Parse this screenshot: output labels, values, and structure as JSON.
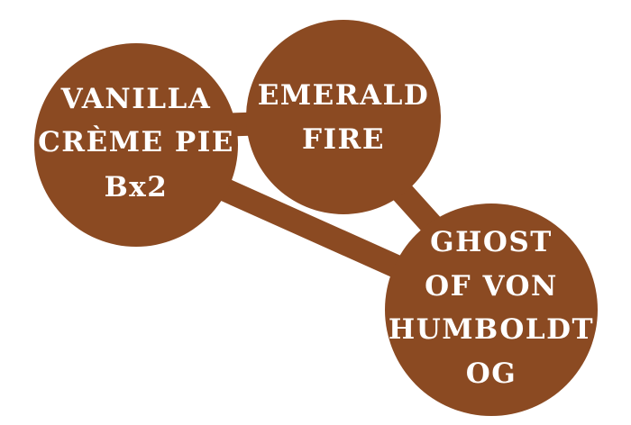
{
  "colors": {
    "node_fill": "#8B4A22",
    "edge_stroke": "#8B4A22",
    "label_color": "#FFFFFF",
    "background": "#FFFFFF"
  },
  "nodes": [
    {
      "id": "vanilla-creme-pie",
      "lines": [
        "VANILLA",
        "CRÈME PIE",
        "Bx2"
      ]
    },
    {
      "id": "emerald-fire",
      "lines": [
        "EMERALD",
        "FIRE"
      ]
    },
    {
      "id": "ghost-of-von-humboldt-og",
      "lines": [
        "GHOST",
        "OF VON",
        "HUMBOLDT",
        "OG"
      ]
    }
  ],
  "edges": [
    {
      "from": "vanilla-creme-pie",
      "to": "emerald-fire"
    },
    {
      "from": "vanilla-creme-pie",
      "to": "ghost-of-von-humboldt-og"
    },
    {
      "from": "emerald-fire",
      "to": "ghost-of-von-humboldt-og"
    }
  ]
}
